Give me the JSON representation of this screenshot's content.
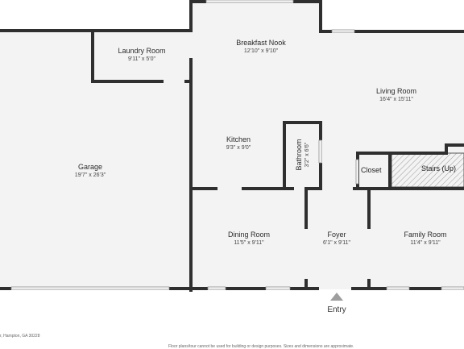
{
  "rooms": {
    "laundry": {
      "name": "Laundry Room",
      "dim": "9'11\" x 5'0\""
    },
    "breakfast": {
      "name": "Breakfast Nook",
      "dim": "12'10\" x 9'10\""
    },
    "living": {
      "name": "Living Room",
      "dim": "16'4\" x 15'11\""
    },
    "garage": {
      "name": "Garage",
      "dim": "19'7\" x 26'3\""
    },
    "kitchen": {
      "name": "Kitchen",
      "dim": "9'3\" x 9'0\""
    },
    "bathroom": {
      "name": "Bathroom",
      "dim": "3'2\" x 6'6\""
    },
    "closet": {
      "name": "Closet"
    },
    "stairs": {
      "name": "Stairs (Up)"
    },
    "dining": {
      "name": "Dining Room",
      "dim": "11'5\" x 9'11\""
    },
    "foyer": {
      "name": "Foyer",
      "dim": "6'1\" x 9'11\""
    },
    "family": {
      "name": "Family Room",
      "dim": "11'4\" x 9'11\""
    }
  },
  "entry_label": "Entry",
  "footer": {
    "address": "r, Hampton, GA 30228",
    "disclaimer": "Floor plans/tour cannot be used for building or design purposes. Sizes and dimensions are approximate."
  },
  "colors": {
    "wall": "#2f2f2f",
    "floor": "#f3f3f3",
    "window": "#d9d9d9",
    "entry_arrow": "#9e9e9e"
  }
}
